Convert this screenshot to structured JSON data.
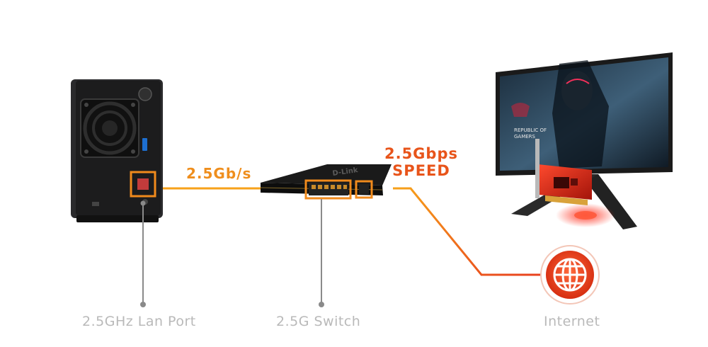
{
  "link_speed": "2.5Gb/s",
  "speed_headline": [
    "2.5Gbps",
    "SPEED"
  ],
  "switch_brand": "D-Link",
  "monitor_brand": [
    "REPUBLIC OF",
    "GAMERS"
  ],
  "captions": {
    "nas": "2.5GHz Lan Port",
    "switch": "2.5G Switch",
    "internet": "Internet"
  },
  "colors": {
    "line_orange": "#f7a21a",
    "line_red": "#e8411e",
    "highlight": "#f7a21a",
    "leader": "#8a8a8a",
    "caption": "#b9b9b9",
    "internet_badge": "#e8411e"
  },
  "icons": {
    "internet": "globe-icon"
  }
}
